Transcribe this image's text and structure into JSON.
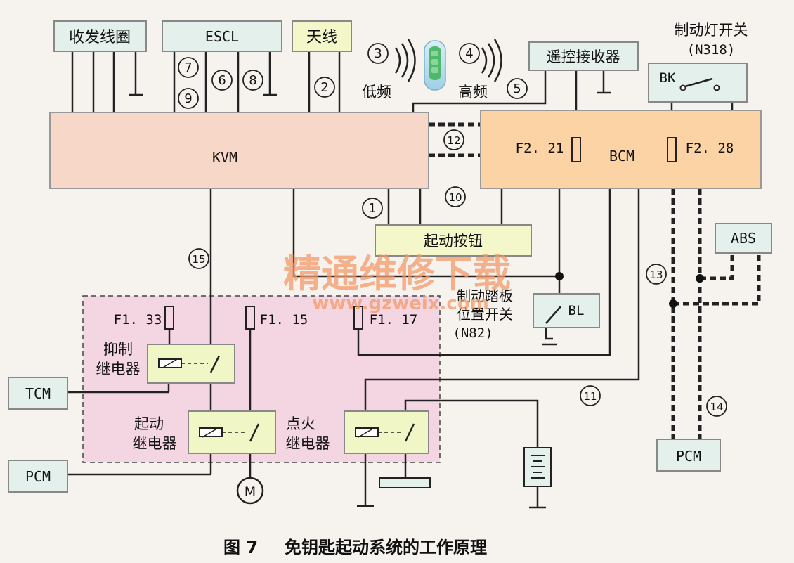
{
  "components": {
    "coil": "收发线圈",
    "escl": "ESCL",
    "antenna": "天线",
    "receiver": "遥控接收器",
    "brake_light_switch": "制动灯开关",
    "brake_light_switch_code": "(N318)",
    "bk": "BK",
    "kvm": "KVM",
    "bcm": "BCM",
    "fuse_f221": "F2. 21",
    "fuse_f228": "F2. 28",
    "start_button": "起动按钮",
    "abs": "ABS",
    "brake_pedal_switch_line1": "制动踏板",
    "brake_pedal_switch_line2": "位置开关",
    "brake_pedal_switch_code": "(N82)",
    "bl": "BL",
    "fuse_f133": "F1. 33",
    "fuse_f115": "F1. 15",
    "fuse_f117": "F1. 17",
    "inhibit_relay_line1": "抑制",
    "inhibit_relay_line2": "继电器",
    "start_relay_line1": "起动",
    "start_relay_line2": "继电器",
    "ignition_relay_line1": "点火",
    "ignition_relay_line2": "继电器",
    "tcm": "TCM",
    "pcm_left": "PCM",
    "pcm_right": "PCM",
    "motor": "M"
  },
  "signals": {
    "low_freq": "低频",
    "high_freq": "高频"
  },
  "circled_numbers": [
    "1",
    "2",
    "3",
    "4",
    "5",
    "6",
    "7",
    "8",
    "9",
    "10",
    "11",
    "12",
    "13",
    "14",
    "15"
  ],
  "watermark": {
    "title": "精通维修下载",
    "url": "www.gzweix.com"
  },
  "caption": {
    "fig": "图 7",
    "title": "免钥匙起动系统的工作原理"
  },
  "colors": {
    "kvm_fill": "#f7d7c8",
    "bcm_fill": "#fbd3a4",
    "box_fill": "#e4f0ec",
    "yellow_fill": "#f3f7c9",
    "dashed_region": "#f4d6e2",
    "watermark": "#f39a6a",
    "fob": "#4fb86a"
  }
}
